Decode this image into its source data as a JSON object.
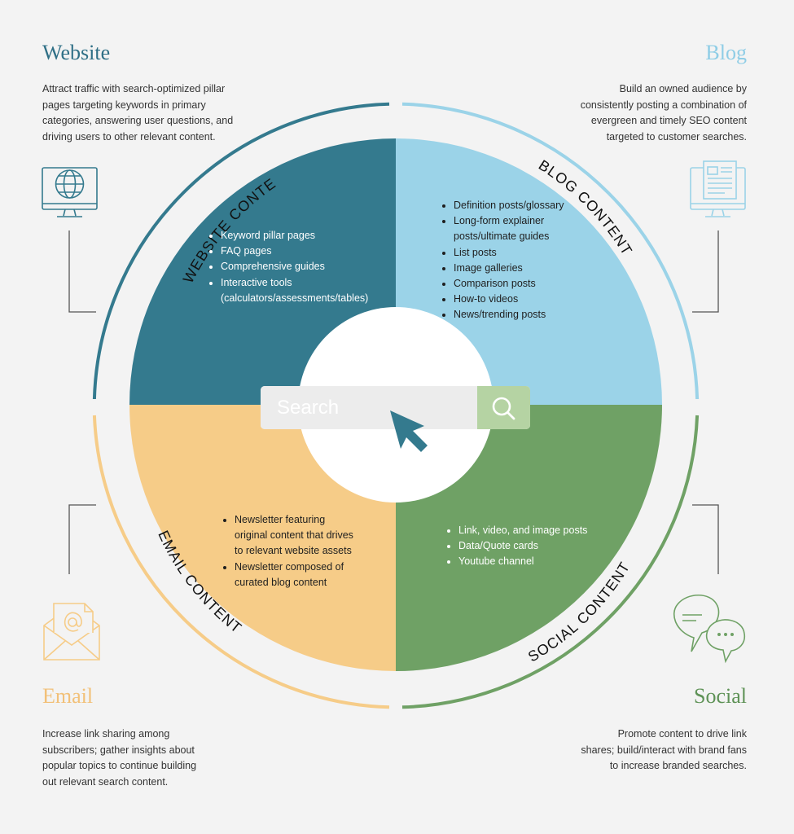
{
  "colors": {
    "website": "#347a8e",
    "blog": "#9bd3e8",
    "email": "#f6cc88",
    "social": "#6fa165",
    "background": "#f3f3f3"
  },
  "corners": {
    "website": {
      "title": "Website",
      "lines": [
        "Attract traffic with search-optimized pillar",
        "pages targeting keywords in primary",
        "categories, answering user questions, and",
        "driving users to other relevant content."
      ],
      "icon": "monitor-globe-icon"
    },
    "blog": {
      "title": "Blog",
      "lines": [
        "Build an owned audience by",
        "consistently posting a combination of",
        "evergreen and timely SEO content",
        "targeted to customer searches."
      ],
      "icon": "monitor-article-icon"
    },
    "email": {
      "title": "Email",
      "lines": [
        "Increase link sharing among",
        "subscribers; gather insights about",
        "popular topics to continue building",
        "out relevant search content."
      ],
      "icon": "envelope-at-icon"
    },
    "social": {
      "title": "Social",
      "lines": [
        "Promote content to drive link",
        "shares; build/interact with brand fans",
        "to increase branded searches."
      ],
      "icon": "chat-bubbles-icon"
    }
  },
  "quadrants": {
    "website": {
      "label": "WEBSITE CONTENT",
      "items": [
        "Keyword pillar pages",
        "FAQ pages",
        "Comprehensive guides",
        "Interactive tools",
        "(calculators/assessments/tables)"
      ]
    },
    "blog": {
      "label": "BLOG CONTENT",
      "items": [
        "Definition posts/glossary",
        "Long-form explainer",
        "posts/ultimate guides",
        "List posts",
        "Image galleries",
        "Comparison posts",
        "How-to videos",
        "News/trending posts"
      ]
    },
    "email": {
      "label": "EMAIL CONTENT",
      "items": [
        "Newsletter featuring",
        "original content that drives",
        "to relevant website assets",
        "Newsletter composed of",
        "curated blog content"
      ]
    },
    "social": {
      "label": "SOCIAL CONTENT",
      "items": [
        "Link, video, and image posts",
        "Data/Quote cards",
        "Youtube channel"
      ]
    }
  },
  "search": {
    "placeholder": "Search",
    "icon": "search-icon",
    "cursor_icon": "cursor-arrow-icon"
  }
}
